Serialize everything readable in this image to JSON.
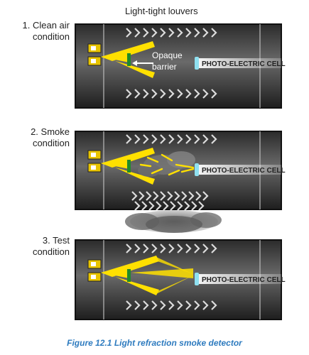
{
  "title": "Light-tight louvers",
  "panels": [
    {
      "number": "1.",
      "label_line1": "Clean air",
      "label_line2": "condition"
    },
    {
      "number": "2.",
      "label_line1": "Smoke",
      "label_line2": "condition"
    },
    {
      "number": "3.",
      "label_line1": "Test",
      "label_line2": "condition"
    }
  ],
  "cell_label": "PHOTO-ELECTRIC CELL",
  "barrier_label_line1": "Opaque",
  "barrier_label_line2": "barrier",
  "caption": "Figure 12.1 Light refraction smoke detector"
}
